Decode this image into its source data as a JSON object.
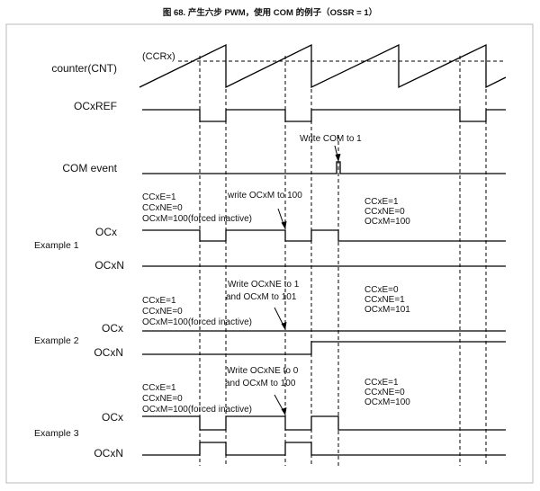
{
  "figure": {
    "caption": "图 68.  产生六步 PWM，使用 COM 的例子（OSSR = 1）"
  },
  "signals": {
    "counter": "counter(CNT)",
    "ccr": "(CCRx)",
    "ocref": "OCxREF",
    "com_event": "COM event",
    "write_com": "Write COM to 1"
  },
  "examples": [
    {
      "label": "Example 1",
      "oc": "OCx",
      "ocn": "OCxN",
      "before": [
        "CCxE=1",
        "CCxNE=0",
        "OCxM=100(forced inactive)"
      ],
      "write": [
        "write OCxM to 100"
      ],
      "after": [
        "CCxE=1",
        "CCxNE=0",
        "OCxM=100"
      ]
    },
    {
      "label": "Example 2",
      "oc": "OCx",
      "ocn": "OCxN",
      "before": [
        "CCxE=1",
        "CCxNE=0",
        "OCxM=100(forced inactive)"
      ],
      "write": [
        "Write OCxNE to 1",
        "and OCxM to 101"
      ],
      "after": [
        "CCxE=0",
        "CCxNE=1",
        "OCxM=101"
      ]
    },
    {
      "label": "Example 3",
      "oc": "OCx",
      "ocn": "OCxN",
      "before": [
        "CCxE=1",
        "CCxNE=0",
        "OCxM=100(forced inactive)"
      ],
      "write": [
        "Write OCxNE to 0",
        "and OCxM to 100"
      ],
      "after": [
        "CCxE=1",
        "CCxNE=0",
        "OCxM=100"
      ]
    }
  ]
}
